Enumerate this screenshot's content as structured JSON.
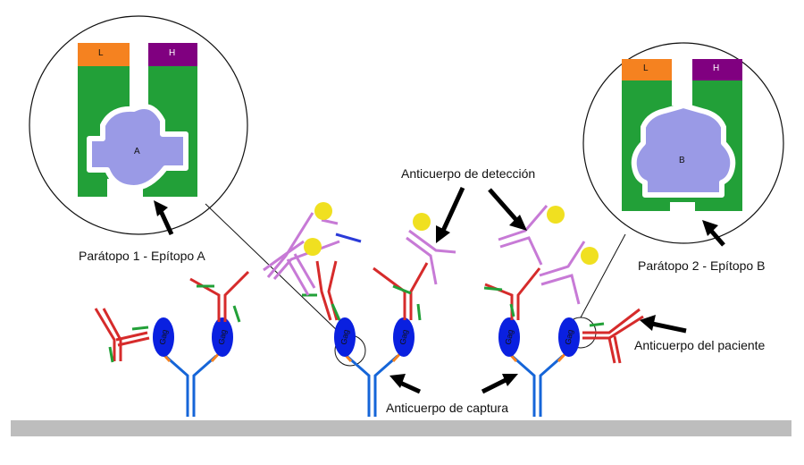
{
  "labels": {
    "detection": "Anticuerpo de detección",
    "paratope1": "Parátopo 1 - Epítopo A",
    "paratope2": "Parátopo 2 - Epítopo B",
    "patient": "Anticuerpo del paciente",
    "capture": "Anticuerpo de captura"
  },
  "inset_left": {
    "light": "L",
    "heavy": "H",
    "epitope": "A"
  },
  "inset_right": {
    "light": "L",
    "heavy": "H",
    "epitope": "B"
  },
  "antigen_label": "Gag",
  "colors": {
    "light_chain": "#f58220",
    "heavy_chain": "#800080",
    "fab": "#22a038",
    "antigen": "#9a9ae6",
    "capture_ab": "#1565d8",
    "patient_ab": "#d62b2b",
    "detection_ab": "#c77ad6",
    "gag_protein": "#0a20e0",
    "label_dot": "#f0e020",
    "surface": "#bdbdbd"
  }
}
